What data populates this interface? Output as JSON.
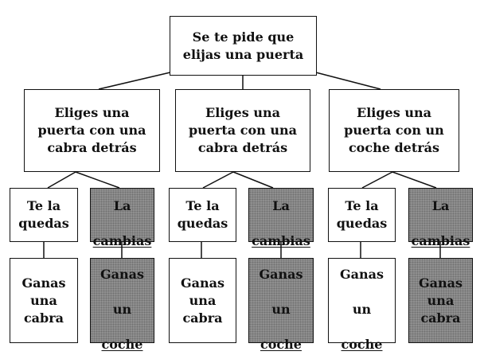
{
  "root": {
    "text": "Se te pide que\nelijas una puerta"
  },
  "branches": [
    {
      "choice": "Eliges una\npuerta con una\ncabra detrás",
      "stay": {
        "label": "Te la\nquedas",
        "result": "Ganas\nuna\ncabra"
      },
      "switch": {
        "label_line1": "La",
        "label_line2": "cambias",
        "result_line1": "Ganas",
        "result_line2": "un",
        "result_line3": "coche"
      }
    },
    {
      "choice": "Eliges una\npuerta con una\ncabra detrás",
      "stay": {
        "label": "Te la\nquedas",
        "result": "Ganas\nuna\ncabra"
      },
      "switch": {
        "label_line1": "La",
        "label_line2": "cambias",
        "result_line1": "Ganas",
        "result_line2": "un",
        "result_line3": "coche"
      }
    },
    {
      "choice": "Eliges una\npuerta con un\ncoche detrás",
      "stay": {
        "label": "Te la\nquedas",
        "result_line1": "Ganas",
        "result_line2": "un",
        "result_line3": "coche"
      },
      "switch": {
        "label_line1": "La",
        "label_line2": "cambias",
        "result": "Ganas\nuna\ncabra"
      }
    }
  ],
  "colors": {
    "shaded": "#8f8f8f",
    "line": "#111111"
  }
}
